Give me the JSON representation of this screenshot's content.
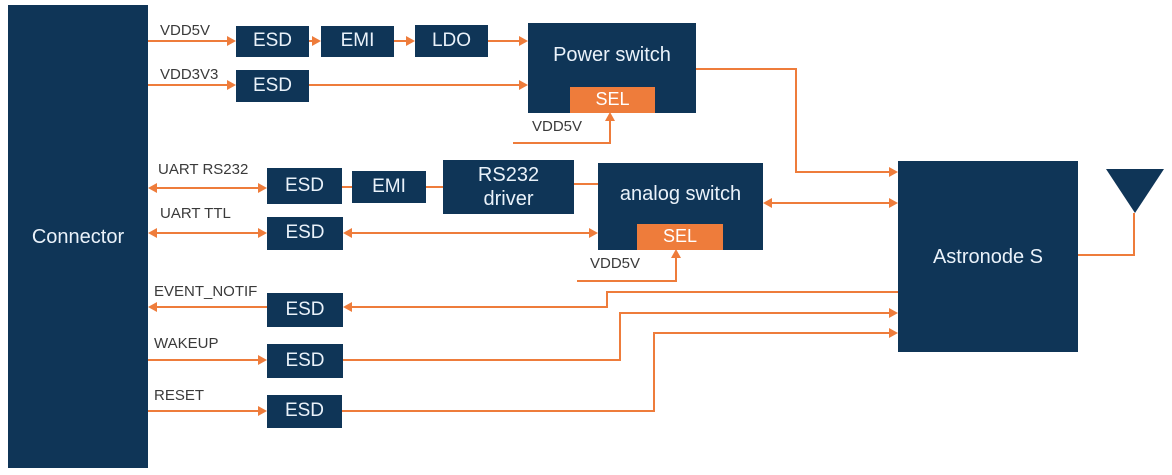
{
  "blocks": {
    "connector": {
      "label": "Connector"
    },
    "esd_vdd5v": {
      "label": "ESD"
    },
    "emi_vdd5v": {
      "label": "EMI"
    },
    "ldo": {
      "label": "LDO"
    },
    "power_switch": {
      "label": "Power switch",
      "sel_label": "SEL"
    },
    "esd_vdd3v3": {
      "label": "ESD"
    },
    "esd_uart_rs232": {
      "label": "ESD"
    },
    "emi_uart_rs232": {
      "label": "EMI"
    },
    "rs232_driver": {
      "label_line1": "RS232",
      "label_line2": "driver"
    },
    "esd_uart_ttl": {
      "label": "ESD"
    },
    "analog_switch": {
      "label": "analog switch",
      "sel_label": "SEL"
    },
    "esd_event_notif": {
      "label": "ESD"
    },
    "esd_wakeup": {
      "label": "ESD"
    },
    "esd_reset": {
      "label": "ESD"
    },
    "astronode_s": {
      "label": "Astronode S"
    }
  },
  "signal_labels": {
    "vdd5v": "VDD5V",
    "vdd3v3": "VDD3V3",
    "uart_rs232": "UART RS232",
    "uart_ttl": "UART TTL",
    "event_notif": "EVENT_NOTIF",
    "wakeup": "WAKEUP",
    "reset": "RESET",
    "power_sel_supply": "VDD5V",
    "analog_sel_supply": "VDD5V"
  },
  "icons": {
    "antenna": "antenna-icon"
  },
  "colors": {
    "navy": "#0F3557",
    "orange": "#EE7C3B",
    "label-text": "#3A3A3A",
    "block-text": "#EAF2FA",
    "background": "#FFFFFF"
  }
}
